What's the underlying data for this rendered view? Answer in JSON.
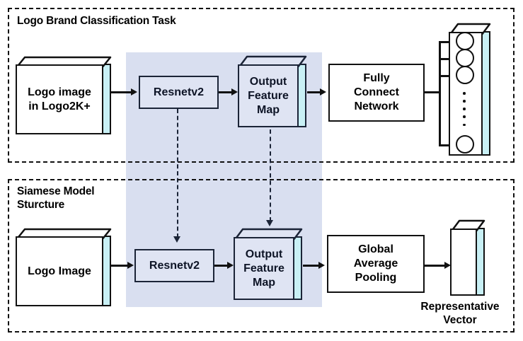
{
  "figure": {
    "type": "architecture-block-diagram",
    "background": "#ffffff",
    "colors": {
      "shared_module_fill": "#d9dff0",
      "tinted_box_fill": "#dfe4f3",
      "box_side_face_fill": "#c8f0f5",
      "stroke": "#111111",
      "navy_stroke": "#1b2437"
    }
  },
  "panels": {
    "top": {
      "title": "Logo Brand Classification Task"
    },
    "bottom": {
      "title": "Siamese Model\nSturcture"
    }
  },
  "shared_module": {
    "name": "shared-weights-region",
    "note": ""
  },
  "top_flow": {
    "input_box": {
      "label": "Logo image\nin Logo2K+"
    },
    "backbone_box": {
      "label": "Resnetv2"
    },
    "feature_box": {
      "label": "Output\nFeature\nMap"
    },
    "head_box": {
      "label": "Fully\nConnect\nNetwork"
    },
    "output_layer": {
      "name": "class-probability-vector",
      "visible_neurons": 4,
      "ellipsis_dots": 5
    }
  },
  "bottom_flow": {
    "input_box": {
      "label": "Logo Image"
    },
    "backbone_box": {
      "label": "Resnetv2"
    },
    "feature_box": {
      "label": "Output\nFeature\nMap"
    },
    "pooling_box": {
      "label": "Global\nAverage\nPooling"
    },
    "output_vector": {
      "caption": "Representative\nVector"
    }
  }
}
